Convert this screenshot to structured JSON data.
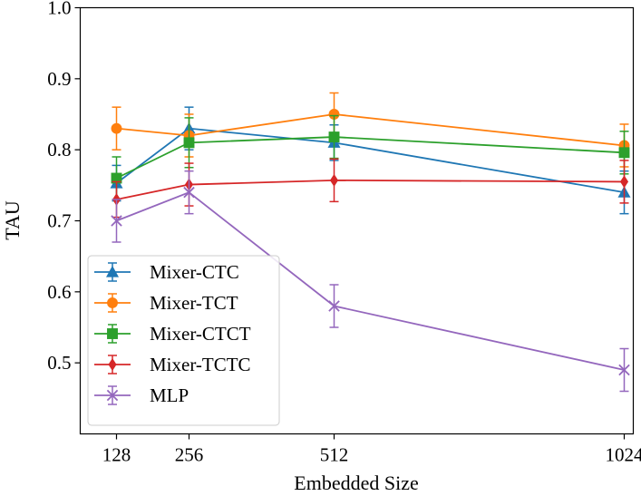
{
  "chart_data": {
    "type": "line",
    "title": "",
    "xlabel": "Embedded Size",
    "ylabel": "TAU",
    "x": [
      128,
      256,
      512,
      1024
    ],
    "x_tick_labels": [
      "128",
      "256",
      "512",
      "1024"
    ],
    "xlim": [
      64,
      1040
    ],
    "ylim": [
      0.4,
      1.0
    ],
    "y_ticks": [
      0.5,
      0.6,
      0.7,
      0.8,
      0.9,
      1.0
    ],
    "y_tick_labels": [
      "0.5",
      "0.6",
      "0.7",
      "0.8",
      "0.9",
      "1.0"
    ],
    "grid": false,
    "legend_position": "lower-left",
    "series": [
      {
        "name": "Mixer-CTC",
        "color": "#1f77b4",
        "marker": "triangle",
        "values": [
          0.753,
          0.83,
          0.81,
          0.74
        ],
        "errors": [
          0.025,
          0.03,
          0.025,
          0.03
        ]
      },
      {
        "name": "Mixer-TCT",
        "color": "#ff7f0e",
        "marker": "circle",
        "values": [
          0.83,
          0.82,
          0.85,
          0.806
        ],
        "errors": [
          0.03,
          0.03,
          0.03,
          0.03
        ]
      },
      {
        "name": "Mixer-CTCT",
        "color": "#2ca02c",
        "marker": "square",
        "values": [
          0.76,
          0.81,
          0.818,
          0.796
        ],
        "errors": [
          0.03,
          0.035,
          0.03,
          0.03
        ]
      },
      {
        "name": "Mixer-TCTC",
        "color": "#d62728",
        "marker": "diamond",
        "values": [
          0.73,
          0.751,
          0.757,
          0.755
        ],
        "errors": [
          0.025,
          0.03,
          0.03,
          0.03
        ]
      },
      {
        "name": "MLP",
        "color": "#9467bd",
        "marker": "x",
        "values": [
          0.7,
          0.74,
          0.58,
          0.49
        ],
        "errors": [
          0.03,
          0.03,
          0.03,
          0.03
        ]
      }
    ]
  }
}
